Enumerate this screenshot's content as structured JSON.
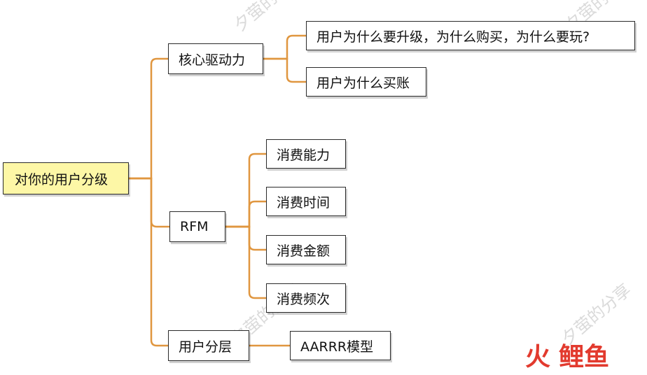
{
  "diagram": {
    "root": {
      "label": "对你的用户分级"
    },
    "branches": [
      {
        "label": "核心驱动力",
        "children": [
          "用户为什么要升级，为什么购买，为什么要玩?",
          "用户为什么买账"
        ]
      },
      {
        "label": "RFM",
        "children": [
          "消费能力",
          "消费时间",
          "消费金额",
          "消费频次"
        ]
      },
      {
        "label": "用户分层",
        "children": [
          "AARRR模型"
        ]
      }
    ],
    "connector_color": "#e0963f",
    "root_fill": "#fdf7a6"
  },
  "watermarks": [
    "夕萤的分享",
    "夕萤的分享",
    "夕萤的分享",
    "夕萤的分享"
  ],
  "logo": {
    "left": "火",
    "right": "鲤鱼",
    "color": "#e23a2e"
  }
}
